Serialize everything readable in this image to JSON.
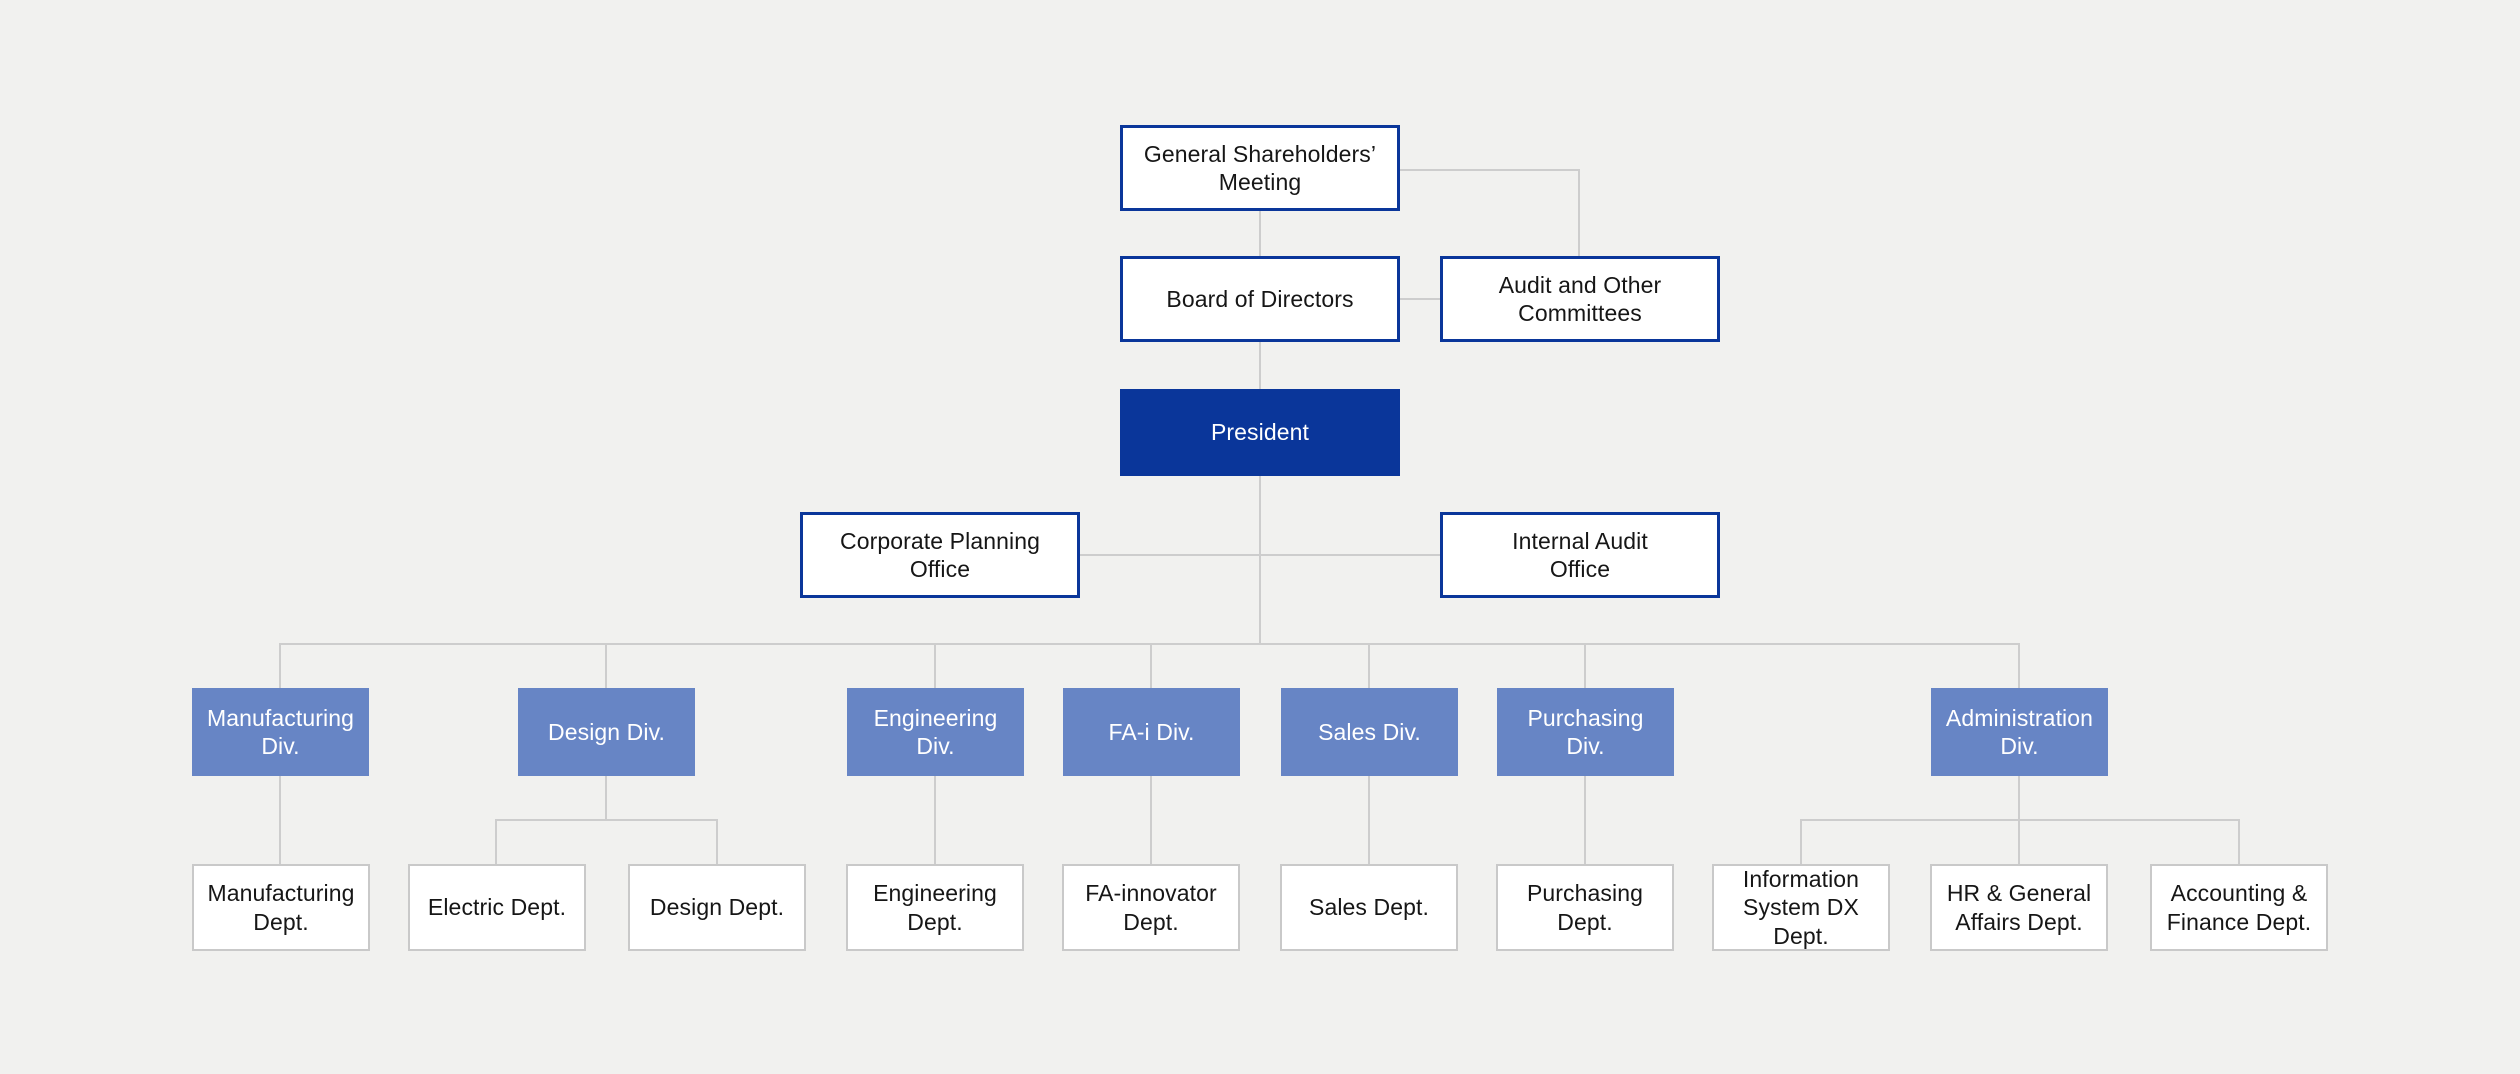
{
  "colors": {
    "background": "#F1F1EF",
    "primary_blue": "#0A369A",
    "division_blue": "#6785C5",
    "connector_gray": "#CDCDCD",
    "department_border_gray": "#C9C9C9",
    "text_dark": "#161616",
    "text_white": "#FFFFFF"
  },
  "org": {
    "shareholders": {
      "label": "General Shareholders’\nMeeting"
    },
    "board": {
      "label": "Board of Directors"
    },
    "audit_committees": {
      "label": "Audit and Other\nCommittees"
    },
    "president": {
      "label": "President"
    },
    "corporate_planning": {
      "label": "Corporate Planning\nOffice"
    },
    "internal_audit": {
      "label": "Internal Audit\nOffice"
    },
    "divisions": [
      {
        "label": "Manufacturing\nDiv."
      },
      {
        "label": "Design Div."
      },
      {
        "label": "Engineering\nDiv."
      },
      {
        "label": "FA-i Div."
      },
      {
        "label": "Sales Div."
      },
      {
        "label": "Purchasing\nDiv."
      },
      {
        "label": "Administration\nDiv."
      }
    ],
    "departments": [
      {
        "label": "Manufacturing\nDept."
      },
      {
        "label": "Electric Dept."
      },
      {
        "label": "Design Dept."
      },
      {
        "label": "Engineering\nDept."
      },
      {
        "label": "FA-innovator\nDept."
      },
      {
        "label": "Sales Dept."
      },
      {
        "label": "Purchasing\nDept."
      },
      {
        "label": "Information\nSystem DX\nDept."
      },
      {
        "label": "HR & General\nAffairs Dept."
      },
      {
        "label": "Accounting &\nFinance Dept."
      }
    ]
  }
}
